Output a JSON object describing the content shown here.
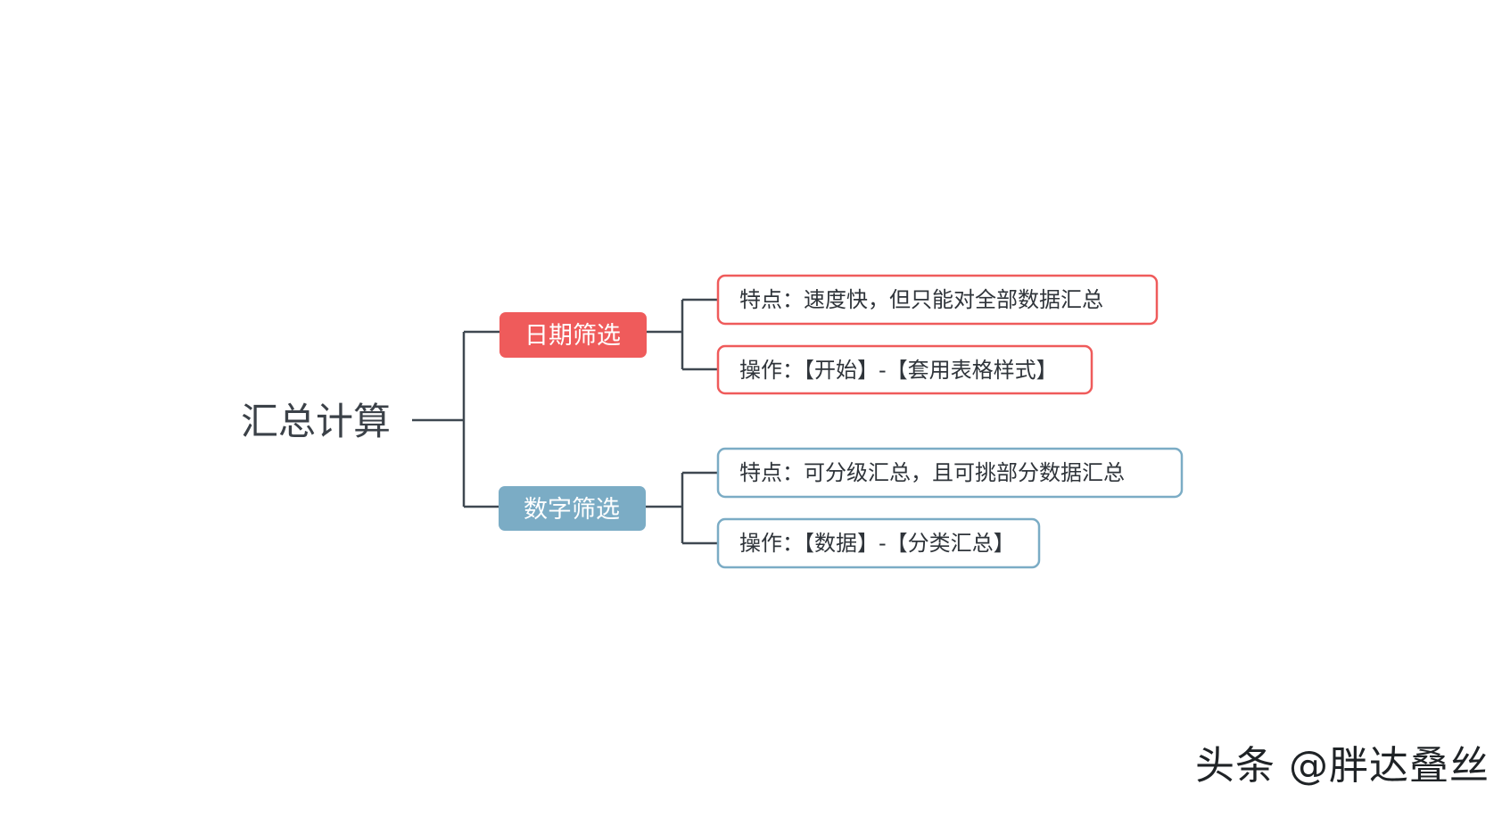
{
  "root": {
    "label": "汇总计算"
  },
  "branches": [
    {
      "label": "日期筛选",
      "color": "#ef5b5b",
      "leaves": [
        "特点：速度快，但只能对全部数据汇总",
        "操作：【开始】-【套用表格样式】"
      ]
    },
    {
      "label": "数字筛选",
      "color": "#7bacc5",
      "leaves": [
        "特点：可分级汇总，且可挑部分数据汇总",
        "操作：【数据】-【分类汇总】"
      ]
    }
  ],
  "watermark": "头条 @胖达叠丝"
}
